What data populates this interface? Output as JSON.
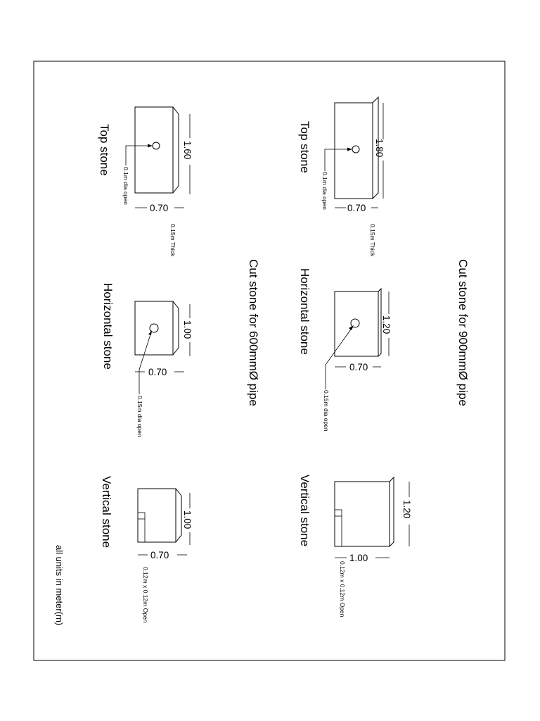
{
  "diagram": {
    "units_note": "all units in meter(m)",
    "sets": [
      {
        "title": "Cut stone for 900mmØ pipe",
        "top_stone": {
          "label": "Top stone",
          "length": "1.80",
          "width": "0.70",
          "thickness_note": "0.15m Thick",
          "hole_note": "0.1m dia open"
        },
        "horizontal_stone": {
          "label": "Horizontal stone",
          "length": "1.20",
          "width": "0.70",
          "hole_note": "0.15m dia open"
        },
        "vertical_stone": {
          "label": "Vertical stone",
          "length": "1.20",
          "width": "1.00",
          "hole_note": "0.12m x 0.12m Open"
        }
      },
      {
        "title": "Cut stone for 600mmØ pipe",
        "top_stone": {
          "label": "Top stone",
          "length": "1.60",
          "width": "0.70",
          "thickness_note": "0.15m Thick",
          "hole_note": "0.1m dia open"
        },
        "horizontal_stone": {
          "label": "Horizontal stone",
          "length": "1.00",
          "width": "0.70",
          "hole_note": "0.15m dia open"
        },
        "vertical_stone": {
          "label": "Vertical stone",
          "length": "1.00",
          "width": "0.70",
          "hole_note": "0.12m x 0.12m Open"
        }
      }
    ]
  }
}
